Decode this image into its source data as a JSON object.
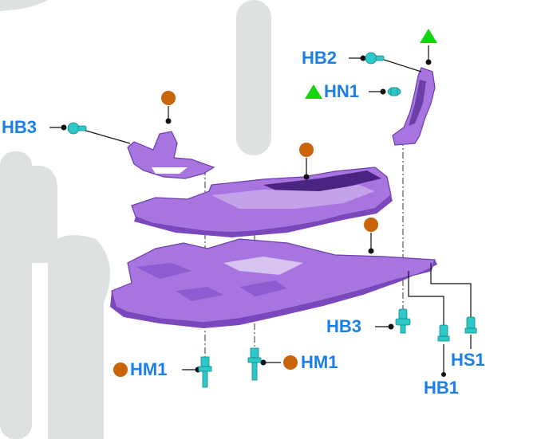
{
  "colors": {
    "part_fill": "#a874e0",
    "part_stroke": "#6a3fa8",
    "part_dark": "#5a2a90",
    "label_blue": "#1a7fe8",
    "dot_orange": "#c8650a",
    "triangle_green": "#12d40f",
    "fastener_teal": "#2ec8c8",
    "leader_black": "#111111",
    "scribble_gray": "#dde1e1"
  },
  "icons": {
    "orange_dot": "filled-circle",
    "green_triangle": "filled-triangle",
    "fastener": "bolt-clip"
  },
  "labels": {
    "hb3_top": "HB3",
    "hb2": "HB2",
    "hn1": "HN1",
    "hb3_bottom": "HB3",
    "hm1_left": "HM1",
    "hm1_right": "HM1",
    "hs1": "HS1",
    "hb1": "HB1"
  }
}
